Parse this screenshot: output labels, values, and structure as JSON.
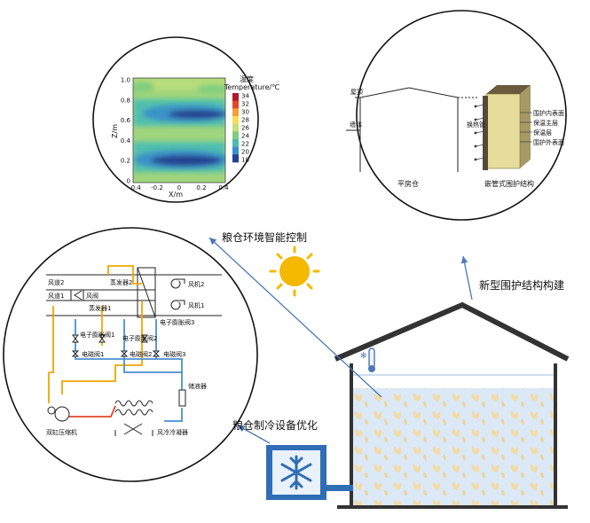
{
  "labels": {
    "smart_control": "粮仓环境智能控制",
    "new_envelope": "新型围护结构构建",
    "cooling_opt": "粮仓制冷设备优化"
  },
  "contour_plot": {
    "colorbar_title_cn": "温度",
    "colorbar_title_en": "Temperature/℃",
    "colorbar_ticks": [
      "34",
      "32",
      "30",
      "28",
      "26",
      "24",
      "22",
      "20",
      "18"
    ],
    "colorbar_colors": [
      "#b2182b",
      "#e0472b",
      "#f4a03a",
      "#f7dc56",
      "#c7e07a",
      "#7fce7f",
      "#4cbcae",
      "#3a8fc8",
      "#25408f"
    ],
    "xlabel": "X/m",
    "ylabel": "Z/m",
    "xticks": [
      "-0.4",
      "-0.2",
      "0",
      "0.2",
      "0.4"
    ],
    "yticks": [
      "1.0",
      "0.8",
      "0.6",
      "0.4",
      "0.2",
      "0"
    ]
  },
  "envelope_diagram": {
    "left_caption": "平房仓",
    "right_caption": "嵌管式围护结构",
    "roof_label": "屋顶",
    "wall_label": "墙体",
    "pipe_label": "换热管",
    "layers": [
      "围护内表面",
      "保温主层",
      "保温层",
      "围护外表面"
    ]
  },
  "hvac_diagram": {
    "fan2_left": "风道2",
    "fan1_left": "风道1",
    "fan2_right": "风机2",
    "fan1_right": "风机1",
    "damper": "风阀",
    "evap2": "蒸发器2",
    "evap1": "蒸发器1",
    "valve_left": "电子膨胀阀1",
    "valve_mid": "电子膨胀阀2",
    "valve_right": "电子膨胀阀3",
    "solenoid1": "电磁阀1",
    "solenoid2": "电磁阀2",
    "solenoid3": "电磁阀3",
    "receiver": "储液器",
    "compressor": "双缸压缩机",
    "condenser": "风冷冷凝器"
  }
}
